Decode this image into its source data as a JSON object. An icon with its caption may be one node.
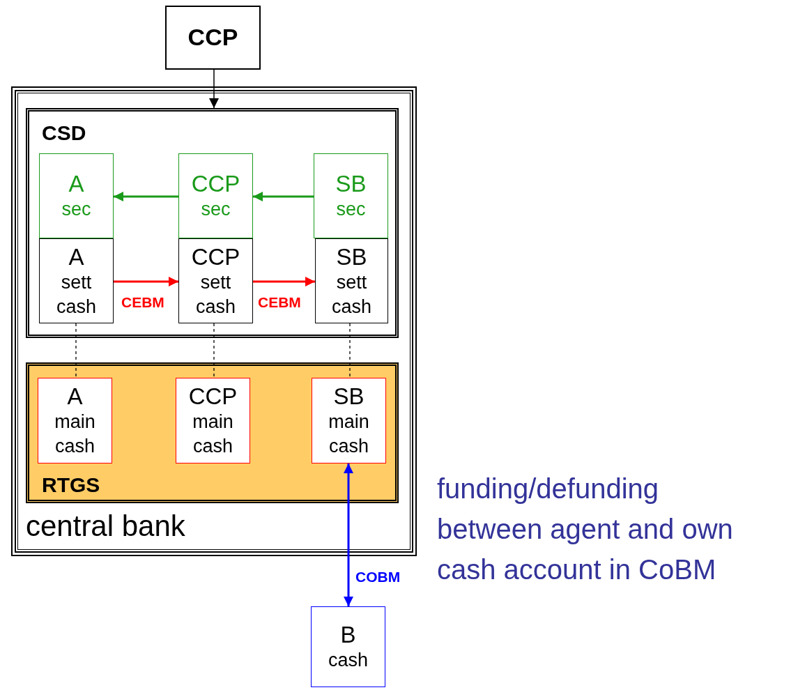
{
  "diagram": {
    "nodes": [
      {
        "text": [
          "CCP"
        ]
      },
      {
        "text": [
          "central bank"
        ]
      },
      {
        "text": [
          "CSD"
        ],
        "in": 1
      },
      {
        "text": [
          "A",
          "sec"
        ],
        "in": 2
      },
      {
        "text": [
          "CCP",
          "sec"
        ],
        "in": 2
      },
      {
        "text": [
          "SB",
          "sec"
        ],
        "in": 2
      },
      {
        "text": [
          "A",
          "sett cash"
        ],
        "in": 2
      },
      {
        "text": [
          "CCP",
          "sett cash"
        ],
        "in": 2
      },
      {
        "text": [
          "SB",
          "sett cash"
        ],
        "in": 2
      },
      {
        "text": [
          "RTGS"
        ],
        "in": 1
      },
      {
        "text": [
          "A",
          "main cash"
        ],
        "in": 9
      },
      {
        "text": [
          "CCP",
          "main cash"
        ],
        "in": 9
      },
      {
        "text": [
          "SB",
          "main cash"
        ],
        "in": 9
      },
      {
        "text": [
          "B",
          "cash"
        ]
      }
    ],
    "edges": [
      {
        "from": 0,
        "to": 2,
        "arrow": "to"
      },
      {
        "from": 4,
        "to": 3,
        "arrow": "to",
        "color": "#1a9a1a"
      },
      {
        "from": 5,
        "to": 4,
        "arrow": "to",
        "color": "#1a9a1a"
      },
      {
        "from": 6,
        "to": 7,
        "arrow": "to",
        "label": "CEBM",
        "color": "#ff0000"
      },
      {
        "from": 7,
        "to": 8,
        "arrow": "to",
        "label": "CEBM",
        "color": "#ff0000"
      },
      {
        "from": 6,
        "to": 10,
        "arrow": "none",
        "style": "dashed"
      },
      {
        "from": 7,
        "to": 11,
        "arrow": "none",
        "style": "dashed"
      },
      {
        "from": 8,
        "to": 12,
        "arrow": "none",
        "style": "dashed"
      },
      {
        "from": 12,
        "to": 13,
        "arrow": "both",
        "label": "COBM",
        "color": "#0000ff"
      }
    ],
    "labels": [
      "funding/defunding between agent and own cash account in CoBM"
    ]
  }
}
